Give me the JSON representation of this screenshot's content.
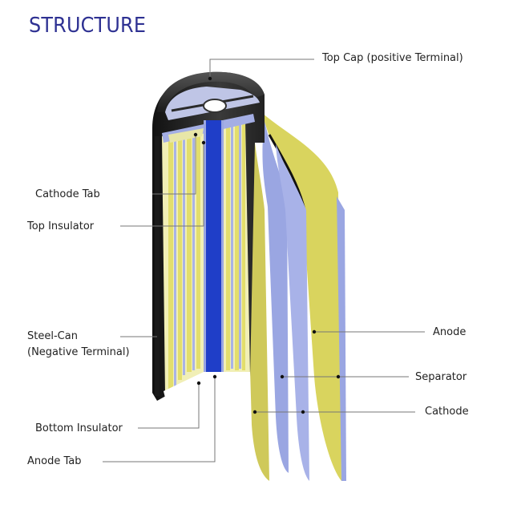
{
  "title": "STRUCTURE",
  "labels": {
    "top_cap": "Top Cap (positive Terminal)",
    "cathode_tab": "Cathode Tab",
    "top_insulator": "Top Insulator",
    "steel_can_line1": "Steel-Can",
    "steel_can_line2": "(Negative Terminal)",
    "bottom_insulator": "Bottom Insulator",
    "anode_tab": "Anode Tab",
    "anode": "Anode",
    "separator": "Separator",
    "cathode": "Cathode"
  },
  "colors": {
    "title": "#2e3192",
    "yellow_layer": "#d9d45e",
    "pale_yellow": "#f1efb6",
    "blue_layer": "#9aa6e2",
    "core_blue": "#1f3ec8",
    "can_dark": "#2a2a2a",
    "leader": "#777777"
  }
}
